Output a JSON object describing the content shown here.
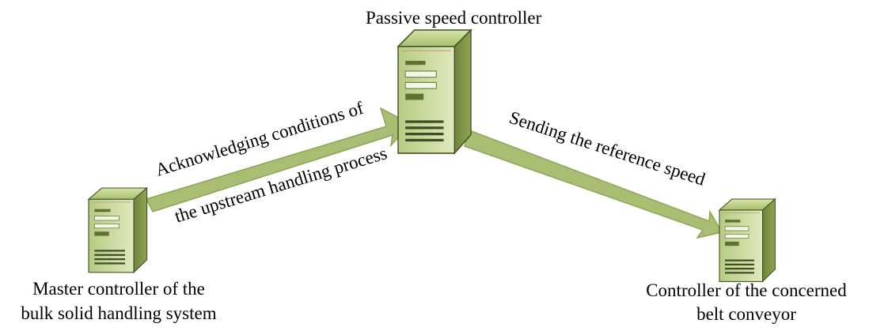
{
  "nodes": {
    "passive": {
      "label": "Passive speed controller",
      "icon": "server-tower-icon"
    },
    "master": {
      "label_line1": "Master controller of the",
      "label_line2": "bulk solid handling system",
      "icon": "server-tower-icon"
    },
    "belt": {
      "label_line1": "Controller of the concerned",
      "label_line2": "belt conveyor",
      "icon": "server-tower-icon"
    }
  },
  "arrows": {
    "left": {
      "label_line1": "Acknowledging conditions of",
      "label_line2": "the upstream handling process"
    },
    "right": {
      "label": "Sending the reference speed"
    }
  },
  "colors": {
    "arrow_fill": "#a9bd73",
    "arrow_stroke": "#8ea55a",
    "server_light": "#c8d89a",
    "server_mid": "#9db25e",
    "server_dark": "#5f7234",
    "server_edge": "#3e4d22"
  }
}
